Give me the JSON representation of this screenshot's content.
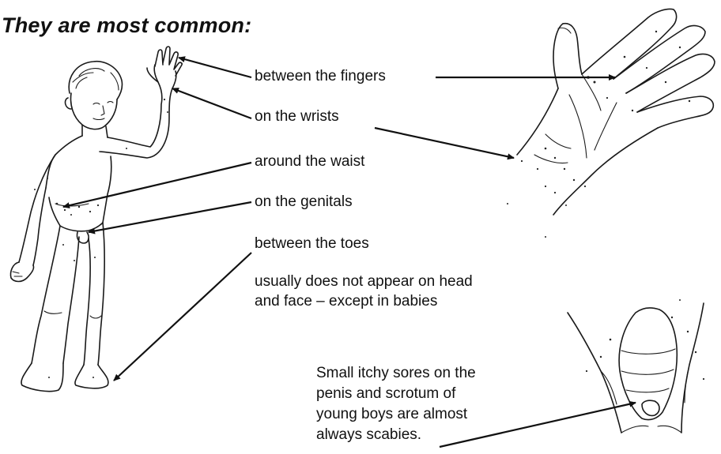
{
  "heading": "They are most common:",
  "locations": [
    "between the fingers",
    "on the wrists",
    "around the waist",
    "on the genitals",
    "between the toes"
  ],
  "note": {
    "line1": "usually does not appear on head",
    "line2": "and face – except in babies"
  },
  "caption": {
    "line1": "Small itchy sores on the",
    "line2": "penis and scrotum of",
    "line3": "young boys are almost",
    "line4": "always scabies."
  }
}
